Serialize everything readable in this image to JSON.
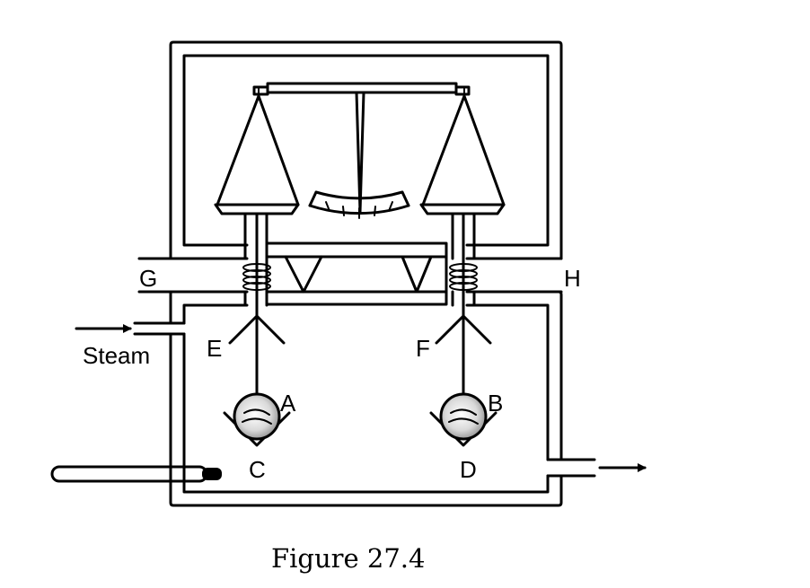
{
  "labels": {
    "g": "G",
    "h": "H",
    "steam": "Steam",
    "e": "E",
    "f": "F",
    "a": "A",
    "b": "B",
    "c": "C",
    "d": "D"
  },
  "caption": "Figure 27.4",
  "colors": {
    "ink": "#000000",
    "paper": "#ffffff",
    "bulb": "#d9d9d9"
  }
}
